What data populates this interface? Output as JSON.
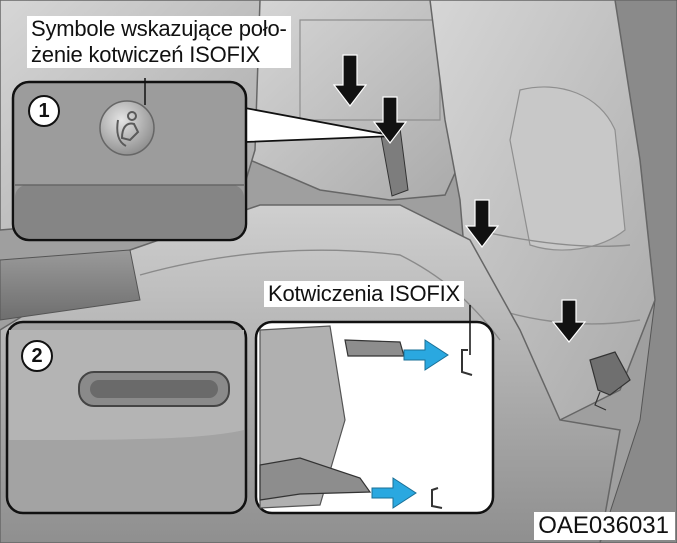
{
  "callouts": {
    "symbols_label_line1": "Symbole wskazujące poło-",
    "symbols_label_line2": "żenie kotwiczeń ISOFIX",
    "anchors_label": "Kotwiczenia ISOFIX"
  },
  "insets": [
    {
      "number": "1"
    },
    {
      "number": "2"
    }
  ],
  "figure_code": "OAE036031",
  "colors": {
    "seat_leather": "#bdbdbd",
    "seat_shadow": "#7a7a7a",
    "arrow_black": "#111111",
    "arrow_blue": "#2aa8e0"
  }
}
